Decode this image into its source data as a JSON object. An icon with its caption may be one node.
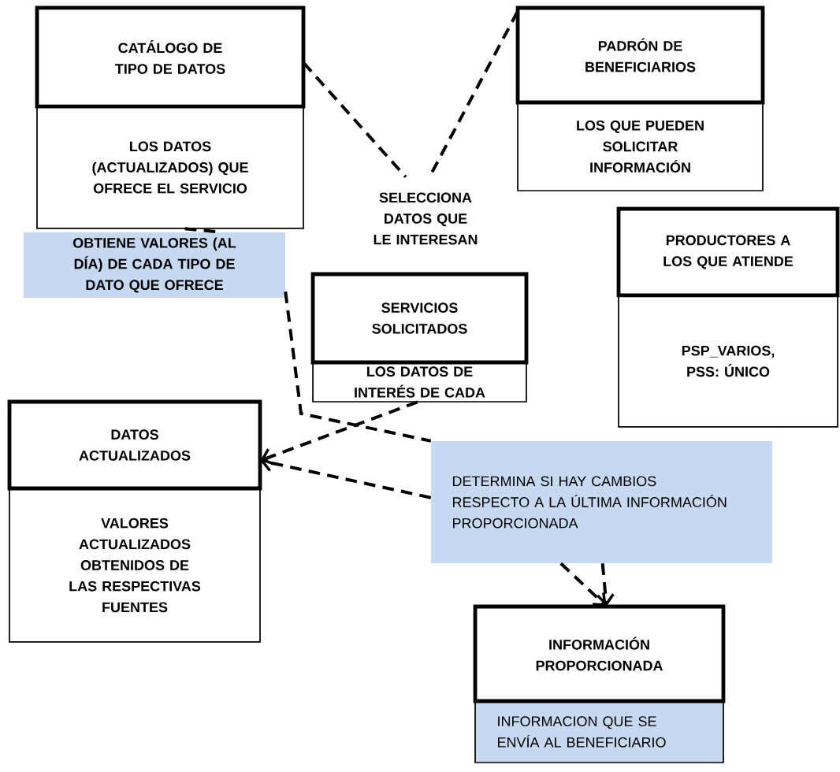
{
  "diagram": {
    "nodes": [
      {
        "text": [
          "CATÁLOGO DE TIPO DE DATOS",
          "LOS DATOS (ACTUALIZADOS) QUE OFRECE EL SERVICIO"
        ]
      },
      {
        "text": [
          "PADRÓN DE BENEFICIARIOS",
          "LOS QUE PUEDEN SOLICITAR INFORMACIÓN"
        ]
      },
      {
        "text": [
          "SELECCIONA DATOS QUE LE INTERESAN"
        ]
      },
      {
        "text": [
          "PRODUCTORES A LOS QUE ATIENDE",
          "PSP_VARIOS, PSS: ÚNICO"
        ]
      },
      {
        "text": [
          "OBTIENE VALORES (AL DÍA) DE CADA TIPO DE DATO QUE OFRECE"
        ]
      },
      {
        "text": [
          "SERVICIOS SOLICITADOS",
          "LOS DATOS DE INTERÉS DE CADA"
        ]
      },
      {
        "text": [
          "DATOS ACTUALIZADOS",
          "VALORES ACTUALIZADOS OBTENIDOS DE LAS RESPECTIVAS FUENTES"
        ]
      },
      {
        "text": [
          "DETERMINA SI HAY CAMBIOS RESPECTO A LA ÚLTIMA INFORMACIÓN PROPORCIONADA"
        ]
      },
      {
        "text": [
          "INFORMACIÓN PROPORCIONADA",
          "INFORMACION QUE SE ENVÍA AL BENEFICIARIO"
        ]
      }
    ],
    "edges": [
      {
        "from": 0,
        "to": 2,
        "arrow": "none",
        "style": "dashed"
      },
      {
        "from": 1,
        "to": 2,
        "arrow": "none",
        "style": "dashed"
      },
      {
        "from": 0,
        "to": 4,
        "arrow": "none",
        "style": "dashed"
      },
      {
        "from": 4,
        "to": 7,
        "arrow": "none",
        "style": "dashed"
      },
      {
        "from": 5,
        "to": 6,
        "arrow": "to",
        "style": "dashed"
      },
      {
        "from": 7,
        "to": 6,
        "arrow": "to",
        "style": "dashed"
      },
      {
        "from": 7,
        "to": 8,
        "arrow": "to",
        "style": "dashed"
      },
      {
        "from": 7,
        "to": 8,
        "arrow": "to",
        "style": "dashed"
      }
    ]
  }
}
